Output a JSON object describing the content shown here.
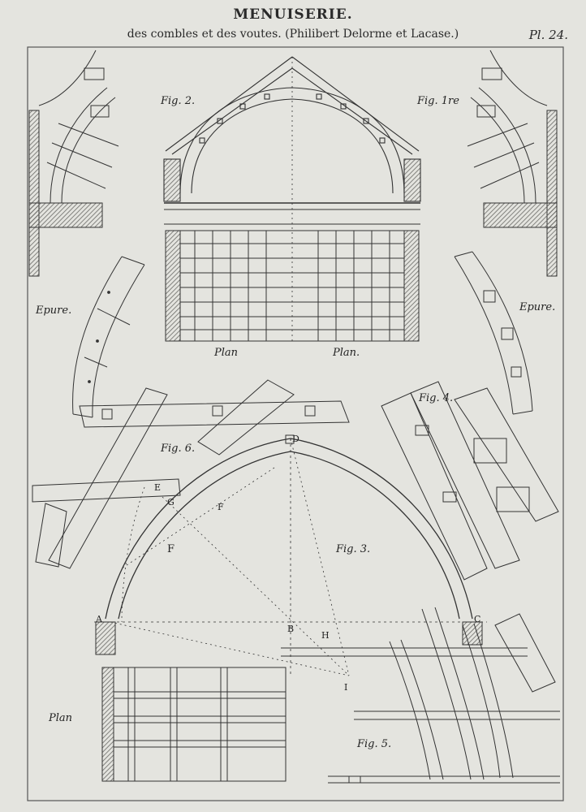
{
  "title": "MENUISERIE.",
  "subtitle": "des combles et des voutes. (Philibert Delorme et Lacase.)",
  "plate_number": "Pl. 24.",
  "figures": {
    "fig1": "Fig. 1re",
    "fig2": "Fig. 2.",
    "fig3": "Fig. 3.",
    "fig4": "Fig. 4.",
    "fig5": "Fig. 5.",
    "fig6": "Fig. 6."
  },
  "labels": {
    "epure_left": "Epure.",
    "epure_right": "Epure.",
    "plan_left": "Plan",
    "plan_right": "Plan.",
    "plan_bottom": "Plan"
  },
  "fig3_letters": {
    "A": "A",
    "B": "B",
    "C": "C",
    "D": "D",
    "E": "E",
    "F1": "F",
    "F2": "F",
    "G": "G",
    "H": "H",
    "I": "I"
  },
  "colors": {
    "paper": "#e4e4df",
    "ink": "#2a2a2a",
    "hatch": "#6a6a66"
  }
}
